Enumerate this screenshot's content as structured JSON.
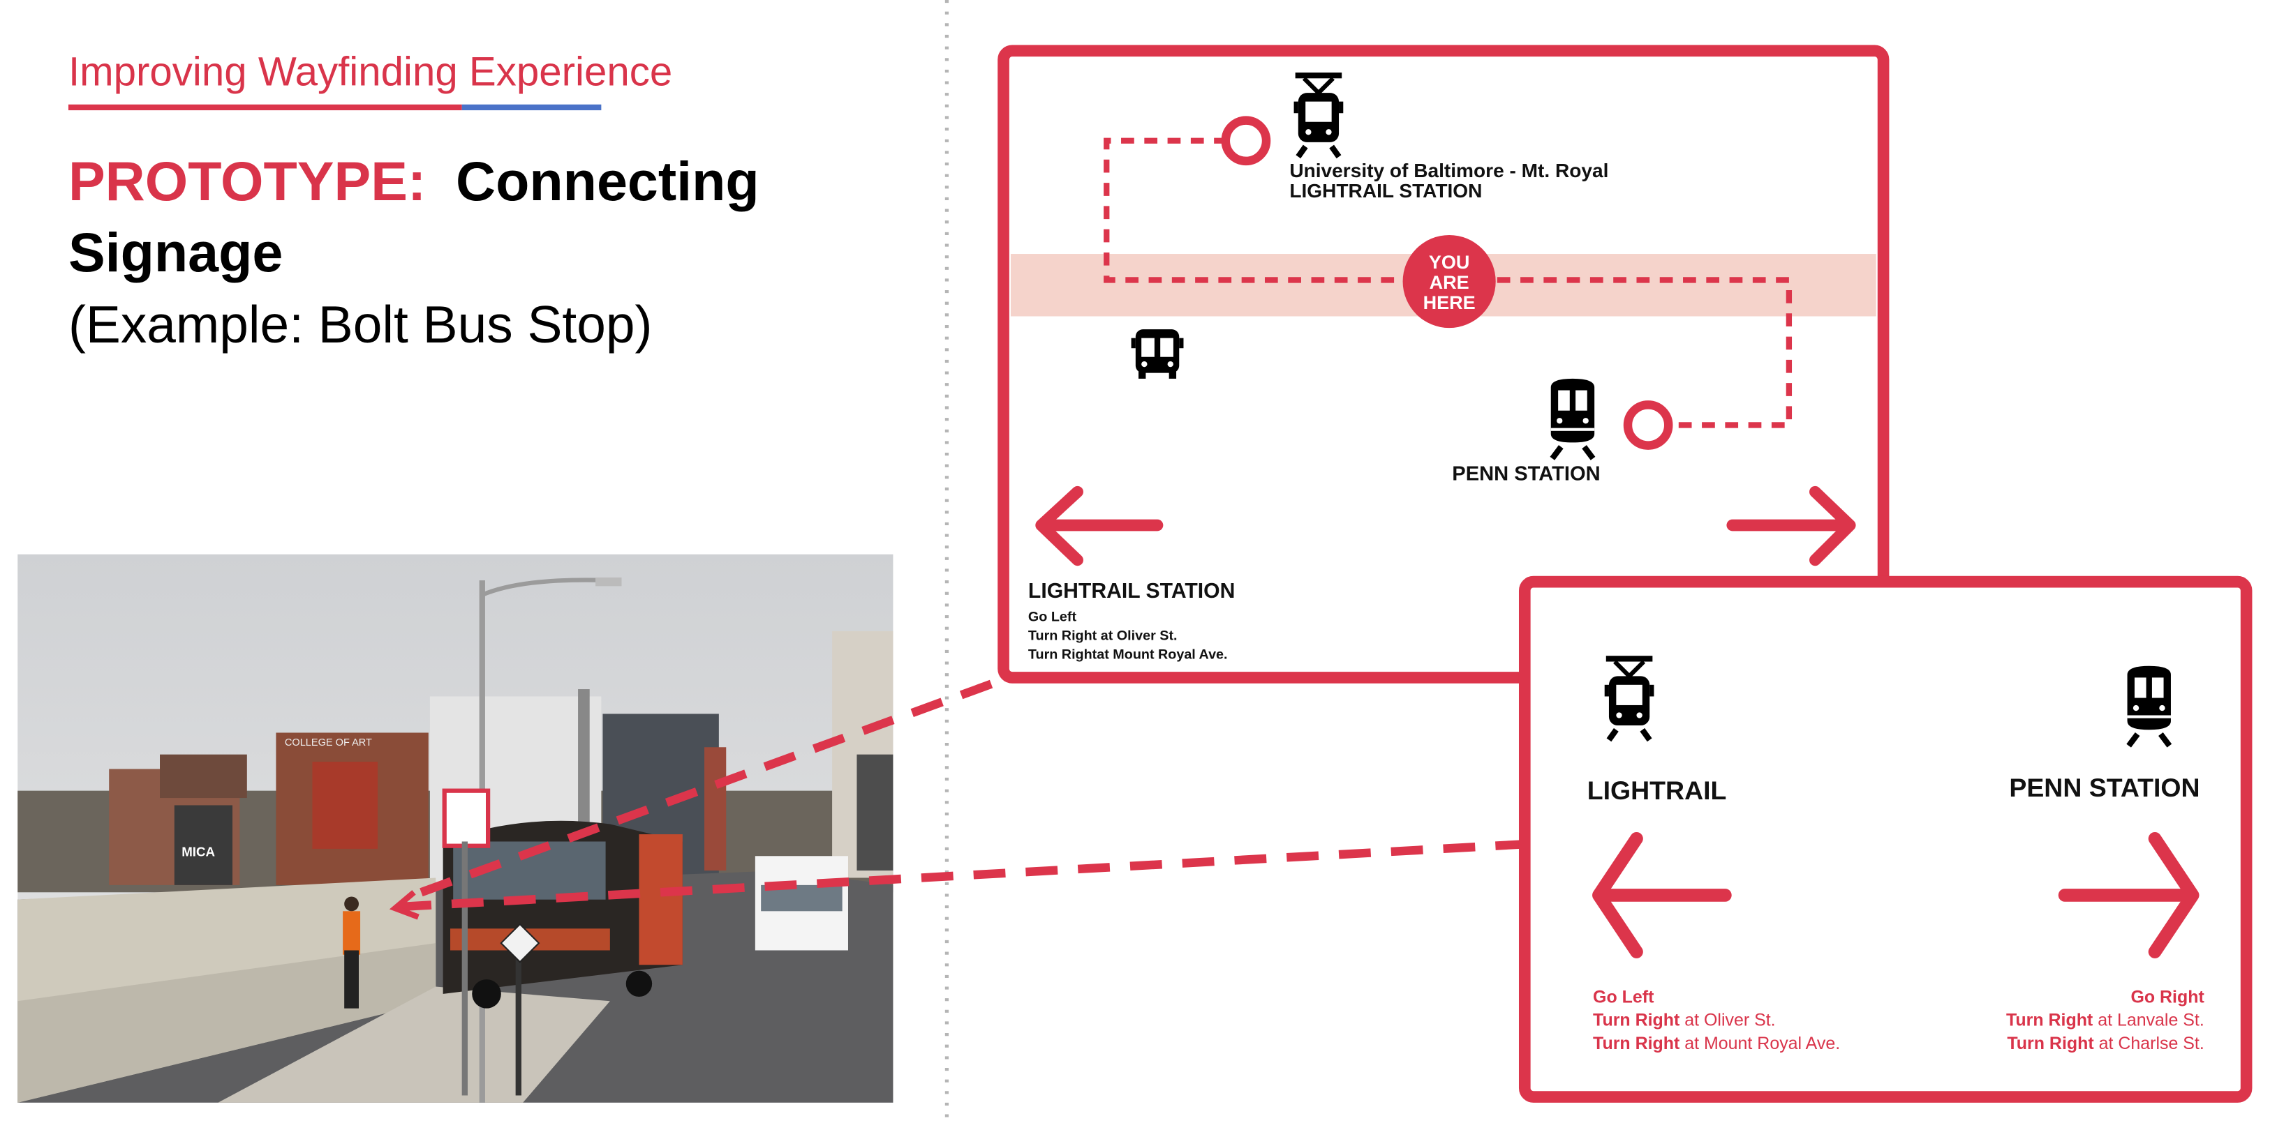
{
  "header": {
    "subtitle": "Improving Wayfinding Experience",
    "title_prefix": "PROTOTYPE:",
    "title_line1": "Connecting",
    "title_line2": "Signage",
    "example": "(Example: Bolt Bus Stop)"
  },
  "map_sign": {
    "lightrail_station_name": "University of Baltimore - Mt. Royal",
    "lightrail_station_type": "LIGHTRAIL STATION",
    "you_are_here": [
      "YOU",
      "ARE",
      "HERE"
    ],
    "penn_station": "PENN STATION",
    "left_heading": "LIGHTRAIL STATION",
    "left_directions": [
      "Go Left",
      "Turn Right at Oliver St.",
      "Turn Rightat Mount Royal Ave."
    ]
  },
  "direction_sign": {
    "left": {
      "label": "LIGHTRAIL",
      "line1": "Go Left",
      "line2_bold": "Turn Right",
      "line2_rest": " at Oliver St.",
      "line3_bold": "Turn Right",
      "line3_rest": " at Mount Royal Ave."
    },
    "right": {
      "label": "PENN STATION",
      "line1": "Go Right",
      "line2_bold": "Turn Right",
      "line2_rest": " at Lanvale St.",
      "line3_bold": "Turn Right",
      "line3_rest": " at Charlse St."
    }
  },
  "photo": {
    "building_sign": "COLLEGE OF ART",
    "mica_sign": "MICA"
  },
  "colors": {
    "accent_red": "#dc354b",
    "accent_blue": "#4a72c8",
    "band_pink": "#f5d3cb"
  }
}
